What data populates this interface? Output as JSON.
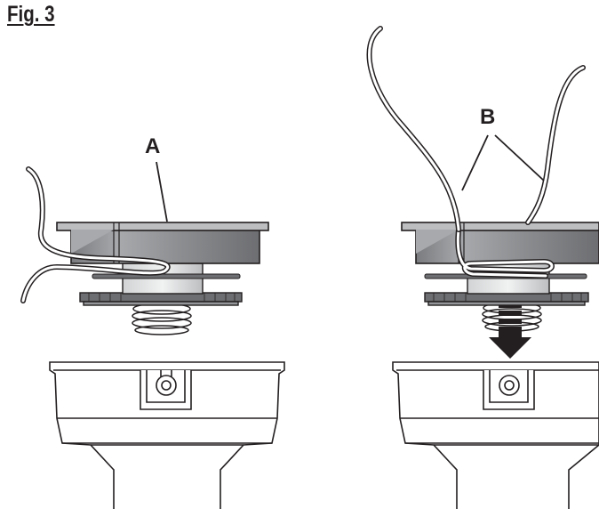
{
  "figure": {
    "title": "Fig. 3",
    "callouts": {
      "a": "A",
      "b": "B"
    },
    "colors": {
      "outline": "#231f20",
      "dark_gray": "#6d6e71",
      "mid_gray": "#939598",
      "light_gray": "#c7c8ca",
      "pale_gray": "#e6e7e8",
      "arrow": "#231f20"
    }
  }
}
